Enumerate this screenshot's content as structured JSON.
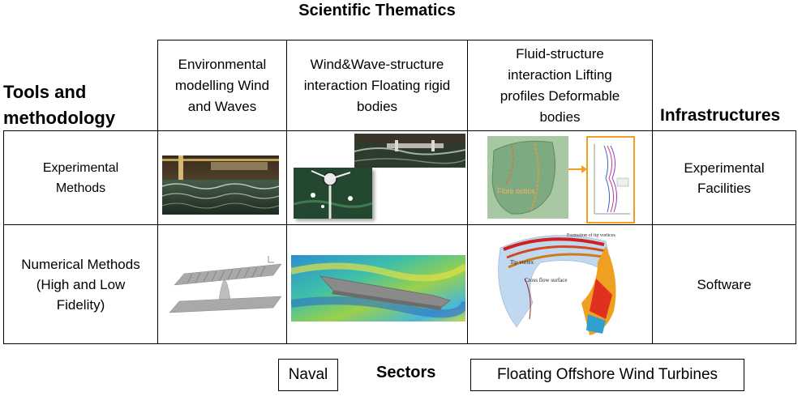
{
  "title": "Scientific Thematics",
  "left_header": "Tools and methodology",
  "right_header": "Infrastructures",
  "columns": [
    {
      "label": "Environmental modelling Wind and Waves"
    },
    {
      "label": "Wind&Wave-structure interaction Floating rigid bodies"
    },
    {
      "label": "Fluid-structure interaction Lifting profiles Deformable bodies"
    }
  ],
  "rows": [
    {
      "label": "Experimental Methods",
      "infrastructure": "Experimental Facilities"
    },
    {
      "label": "Numerical Methods (High and Low Fidelity)",
      "infrastructure": "Software"
    }
  ],
  "image_annotations": {
    "fibre_optics": "Fibre optics",
    "cross_flow": "Cross flow surface",
    "formation": "Formation of tip vortices",
    "tip_vortex": "Tip vortex"
  },
  "sectors": {
    "label": "Sectors",
    "items": [
      "Naval",
      "Floating Offshore Wind Turbines"
    ]
  }
}
